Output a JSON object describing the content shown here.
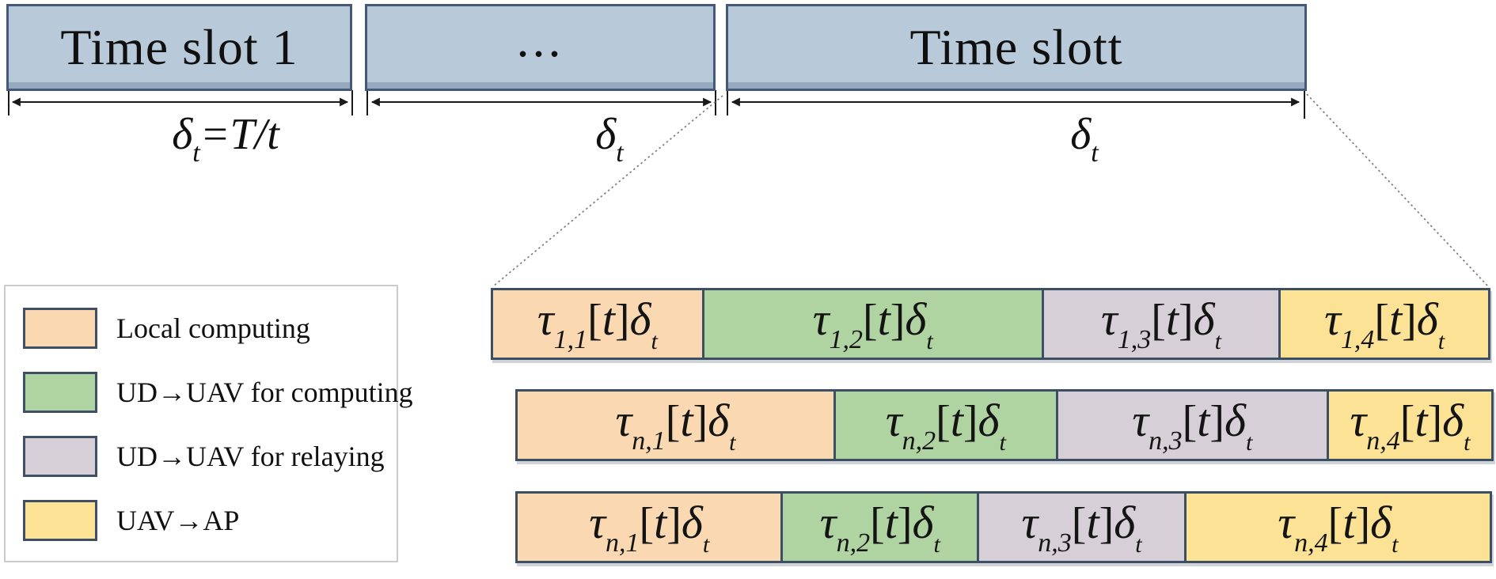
{
  "colors": {
    "timeline_fill": "#b8c9da",
    "timeline_border": "#44597a",
    "bar_border": "#3d4f63",
    "swatch_border": "#3f4f66",
    "legend_border": "#cbcbcb",
    "local": "#fad9b2",
    "ud_uav_computing": "#b0d3a2",
    "ud_uav_relaying": "#d7cfd7",
    "uav_ap": "#fbe294"
  },
  "timeline": {
    "slot1_label": "Time slot 1",
    "slot2_label": "...",
    "slot3_label": "Time slott",
    "d1": {
      "delta": "δ",
      "sub": "t",
      "eq": "=T/t"
    },
    "d2": {
      "delta": "δ",
      "sub": "t",
      "eq": ""
    },
    "d3": {
      "delta": "δ",
      "sub": "t",
      "eq": ""
    }
  },
  "math": {
    "tau": "τ",
    "lbracket": "[",
    "t": "t",
    "rbracket": "]",
    "delta": "δ",
    "delta_sub": "t"
  },
  "rows": [
    {
      "segments": [
        {
          "sub": "1,1",
          "key": "local",
          "width": 20.98
        },
        {
          "sub": "1,2",
          "key": "ud_uav_computing",
          "width": 34.13
        },
        {
          "sub": "1,3",
          "key": "ud_uav_relaying",
          "width": 23.83
        },
        {
          "sub": "1,4",
          "key": "uav_ap",
          "width": 21.06
        }
      ]
    },
    {
      "segments": [
        {
          "sub": "n,1",
          "key": "local",
          "width": 32.44
        },
        {
          "sub": "n,2",
          "key": "ud_uav_computing",
          "width": 22.82
        },
        {
          "sub": "n,3",
          "key": "ud_uav_relaying",
          "width": 27.83
        },
        {
          "sub": "n,4",
          "key": "uav_ap",
          "width": 16.91
        }
      ]
    },
    {
      "segments": [
        {
          "sub": "n,1",
          "key": "local",
          "width": 27.07
        },
        {
          "sub": "n,2",
          "key": "ud_uav_computing",
          "width": 20.18
        },
        {
          "sub": "n,3",
          "key": "ud_uav_relaying",
          "width": 21.31
        },
        {
          "sub": "n,4",
          "key": "uav_ap",
          "width": 31.44
        }
      ]
    }
  ],
  "legend": {
    "items": [
      {
        "key": "local",
        "label": "Local computing"
      },
      {
        "key": "ud_uav_computing",
        "label": "UD→UAV for computing"
      },
      {
        "key": "ud_uav_relaying",
        "label": "UD→UAV for relaying"
      },
      {
        "key": "uav_ap",
        "label": "UAV→AP"
      }
    ]
  }
}
